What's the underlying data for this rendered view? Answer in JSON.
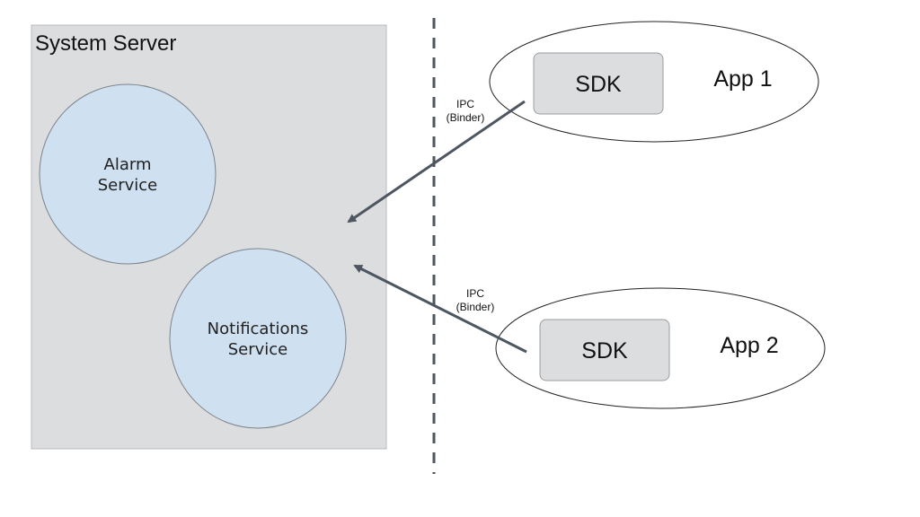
{
  "system_server": {
    "title": "System Server"
  },
  "services": {
    "alarm": {
      "line1": "Alarm",
      "line2": "Service"
    },
    "notifications": {
      "line1": "Notifications",
      "line2": "Service"
    }
  },
  "apps": {
    "app1": {
      "label": "App 1",
      "sdk_label": "SDK"
    },
    "app2": {
      "label": "App 2",
      "sdk_label": "SDK"
    }
  },
  "connections": {
    "ipc1": {
      "line1": "IPC",
      "line2": "(Binder)"
    },
    "ipc2": {
      "line1": "IPC",
      "line2": "(Binder)"
    }
  },
  "colors": {
    "server_fill": "#dcdddf",
    "service_fill": "#cfe0f1",
    "sdk_fill": "#dcdddf",
    "arrow": "#4d5661",
    "divider": "#4d5661"
  }
}
